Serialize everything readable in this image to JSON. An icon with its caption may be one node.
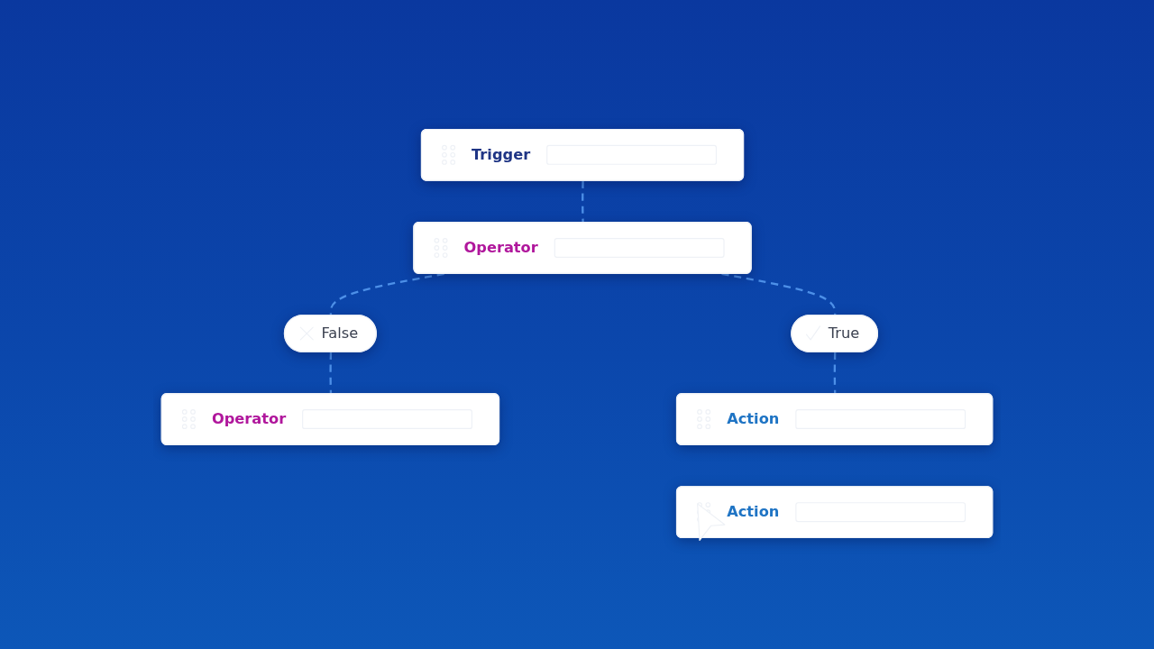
{
  "diagram": {
    "nodes": [
      {
        "text": [
          "Trigger"
        ]
      },
      {
        "text": [
          "Operator"
        ]
      },
      {
        "text": [
          "False"
        ]
      },
      {
        "text": [
          "True"
        ]
      },
      {
        "text": [
          "Operator"
        ]
      },
      {
        "text": [
          "Action"
        ]
      },
      {
        "text": [
          "Action"
        ]
      }
    ],
    "edges": [
      {
        "from": 0,
        "to": 1,
        "arrow": "none",
        "style": "dashed"
      },
      {
        "from": 1,
        "to": 2,
        "arrow": "none",
        "style": "dashed"
      },
      {
        "from": 1,
        "to": 3,
        "arrow": "none",
        "style": "dashed"
      },
      {
        "from": 2,
        "to": 4,
        "arrow": "none",
        "style": "dashed"
      },
      {
        "from": 3,
        "to": 5,
        "arrow": "none",
        "style": "dashed"
      }
    ]
  }
}
